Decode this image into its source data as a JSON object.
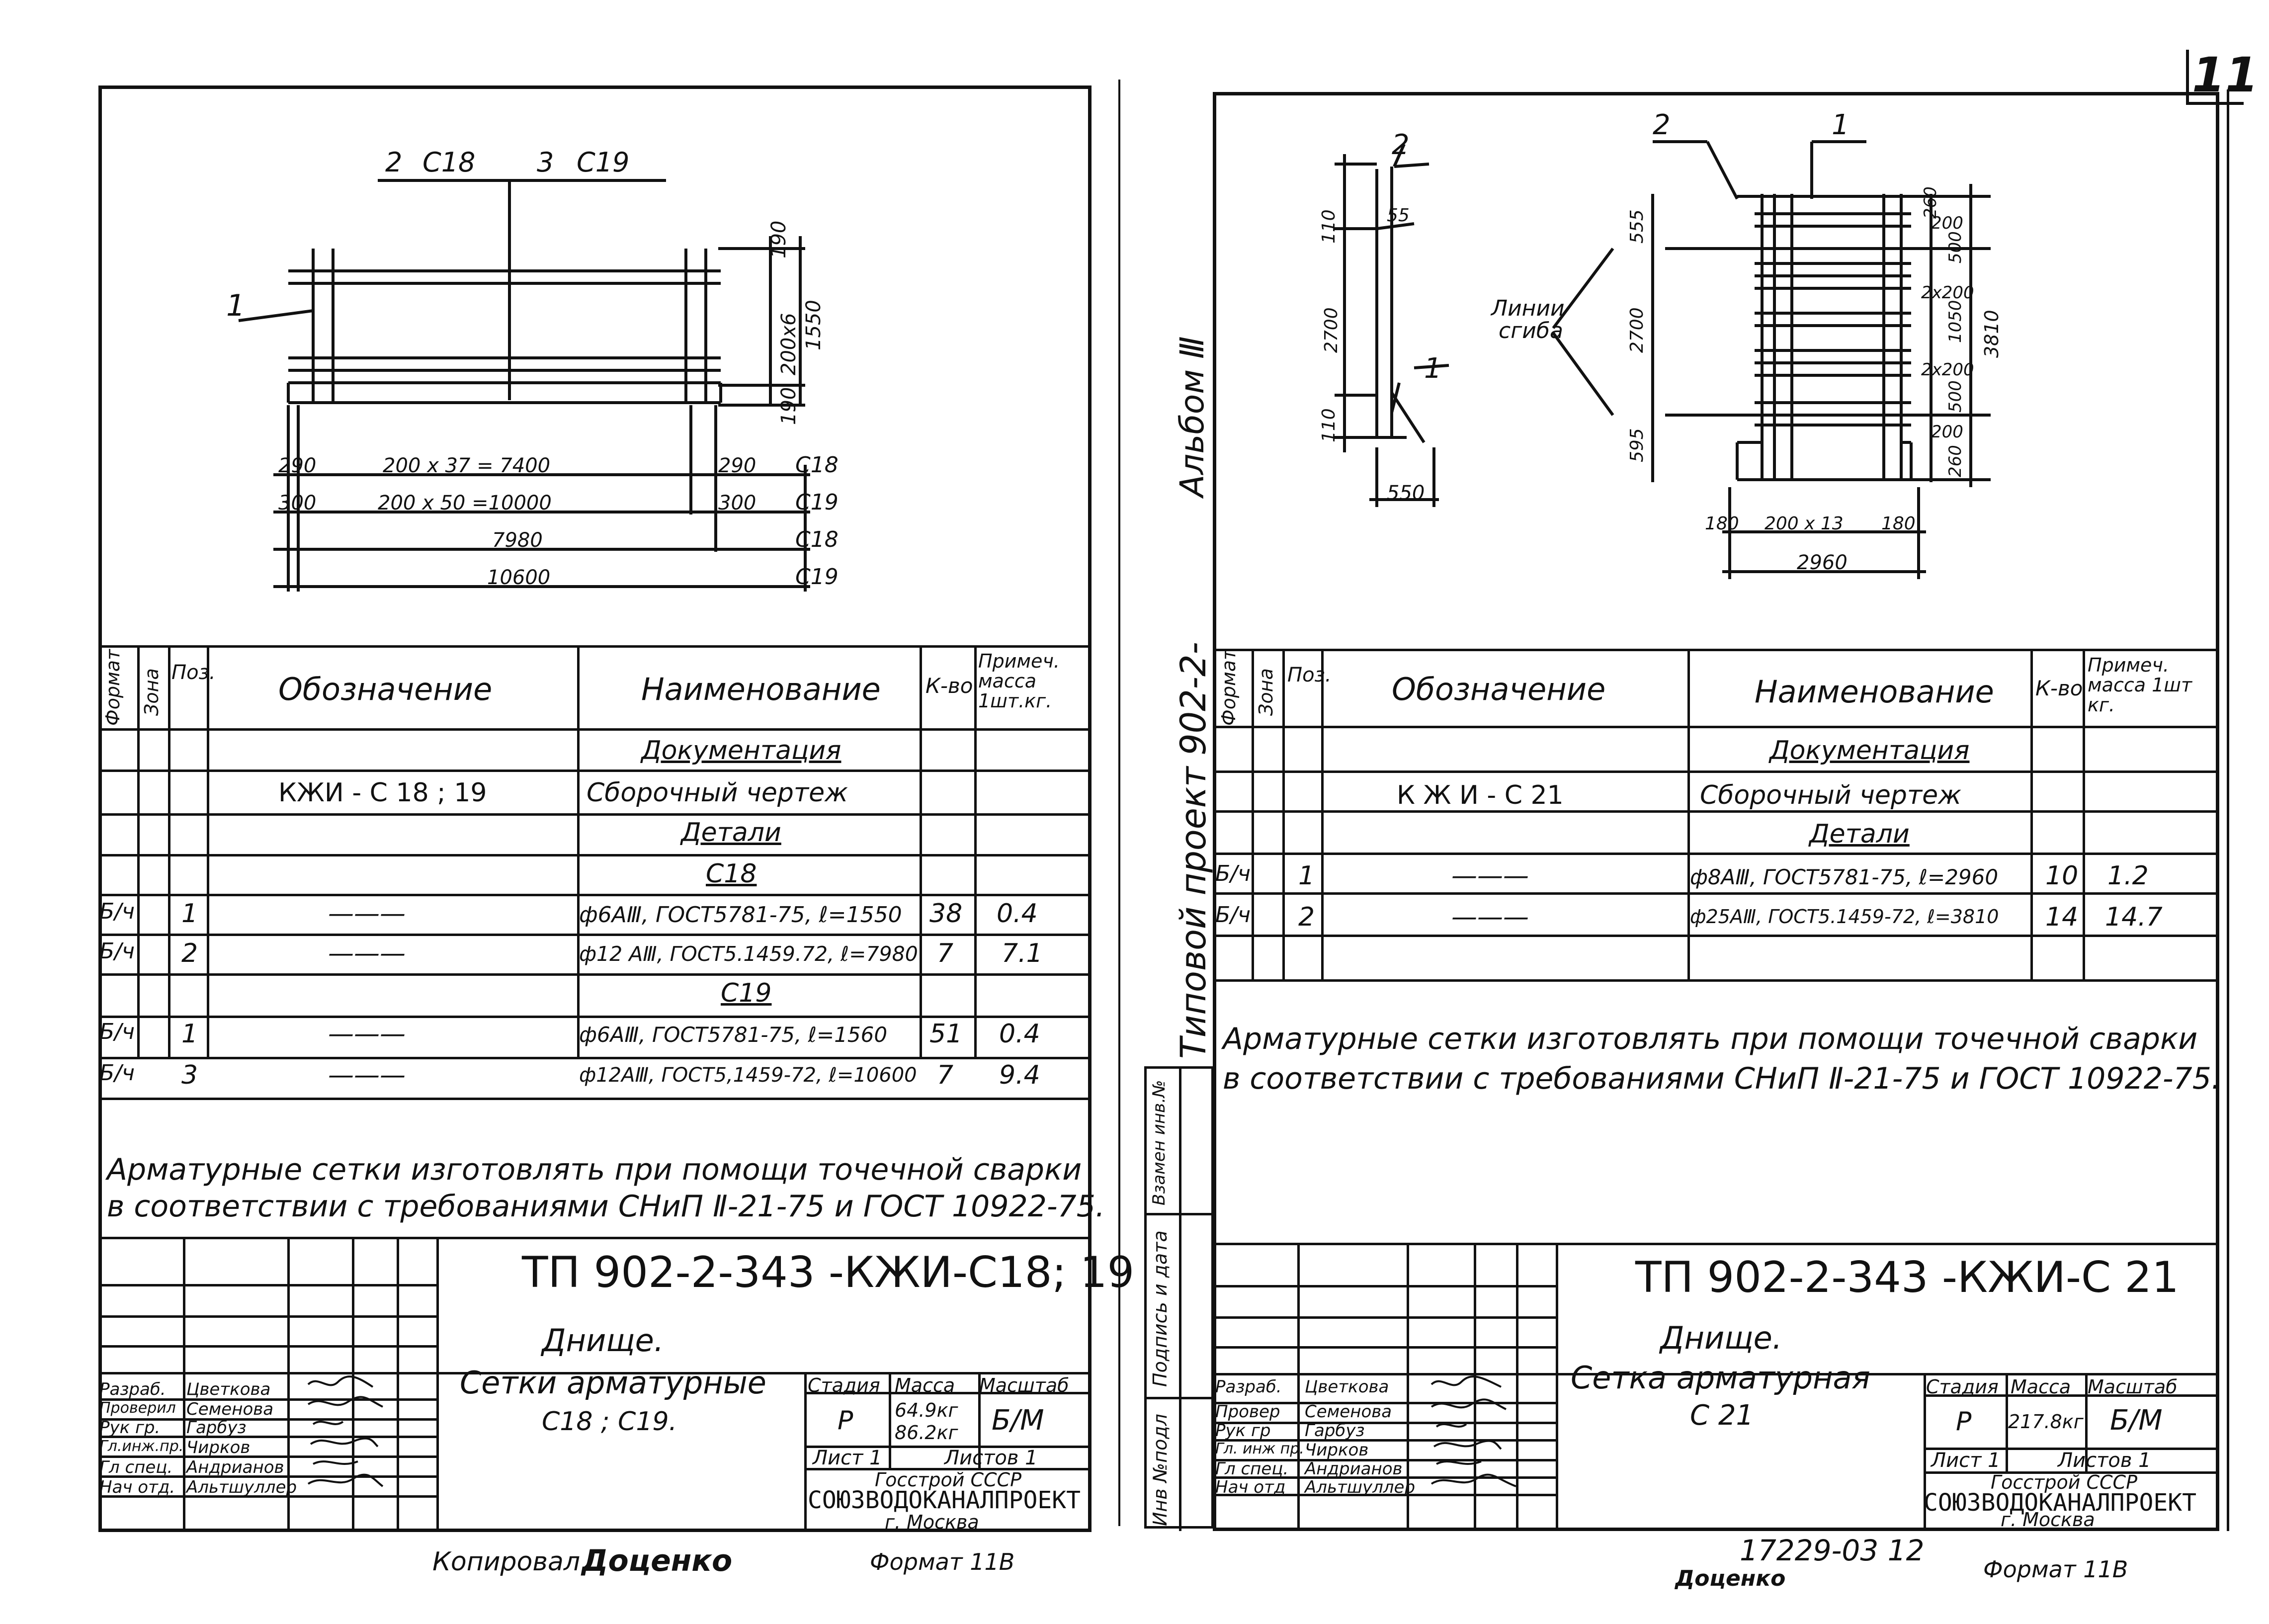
{
  "page_number": "11",
  "left": {
    "drawing": {
      "pos2": "2",
      "c18": "С18",
      "pos3": "3",
      "c19": "С19",
      "pos1": "1",
      "d_190a": "190",
      "d_200x6": "200х6",
      "d_1550": "1550",
      "d_190b": "190",
      "d_290a": "290",
      "d_200x37": "200 х 37 = 7400",
      "d_290b": "290",
      "lab_c18a": "С18",
      "d_300a": "300",
      "d_200x50": "200 х 50 =10000",
      "d_300b": "300",
      "lab_c19a": "С19",
      "d_7980": "7980",
      "lab_c18b": "С18",
      "d_10600": "10600",
      "lab_c19b": "С19"
    },
    "table": {
      "headers": {
        "format": "Формат",
        "zone": "Зона",
        "pos": "Поз.",
        "designation": "Обозначение",
        "name": "Наименование",
        "qty": "К-во",
        "note": "Примеч. масса 1шт.кг."
      },
      "rows": [
        {
          "pos": "",
          "designation": "",
          "name": "Документация",
          "qty": "",
          "note": ""
        },
        {
          "pos": "",
          "designation": "КЖИ - С 18 ; 19",
          "name": "Сборочный    чертеж",
          "qty": "",
          "note": ""
        },
        {
          "pos": "",
          "designation": "",
          "name": "Детали",
          "qty": "",
          "note": ""
        },
        {
          "pos": "",
          "designation": "",
          "name": "С18",
          "qty": "",
          "note": ""
        },
        {
          "fmt": "Б/ч",
          "pos": "1",
          "designation": "———",
          "name": "ф6АⅢ, ГОСТ5781-75, ℓ=1550",
          "qty": "38",
          "note": "0.4"
        },
        {
          "fmt": "Б/ч",
          "pos": "2",
          "designation": "———",
          "name": "ф12 АⅢ, ГОСТ5.1459.72, ℓ=7980",
          "qty": "7",
          "note": "7.1"
        },
        {
          "pos": "",
          "designation": "",
          "name": "С19",
          "qty": "",
          "note": ""
        },
        {
          "fmt": "Б/ч",
          "pos": "1",
          "designation": "———",
          "name": "ф6АⅢ, ГОСТ5781-75, ℓ=1560",
          "qty": "51",
          "note": "0.4"
        },
        {
          "fmt": "Б/ч",
          "pos": "3",
          "designation": "———",
          "name": "ф12АⅢ, ГОСТ5,1459-72, ℓ=10600",
          "qty": "7",
          "note": "9.4"
        }
      ]
    },
    "note_line1": "Арматурные сетки изготовлять при помощи точечной сварки",
    "note_line2": "в соответствии с требованиями СНиП Ⅱ-21-75 и ГОСТ 10922-75.",
    "title_block": {
      "code": "ТП 902-2-343 -КЖИ-С18; 19",
      "title1": "Днище.",
      "title2": "Сетки    арматурные",
      "title3": "С18 ; С19.",
      "stage_h": "Стадия",
      "mass_h": "Масса",
      "scale_h": "Масштаб",
      "stage": "Р",
      "mass1": "64.9кг",
      "mass2": "86.2кг",
      "scale": "Б/М",
      "sheet": "Лист 1",
      "sheets": "Листов 1",
      "org1": "Госстрой СССР",
      "org2": "СОЮЗВОДОКАНАЛПРОЕКТ",
      "org3": "г. Москва",
      "roles": [
        "Разраб.",
        "Проверил",
        "Рук гр.",
        "Гл.инж.пр.",
        "Гл спец.",
        "Нач отд."
      ],
      "names": [
        "Цветкова",
        "Семенова",
        "Гарбуз",
        "Чирков",
        "Андрианов",
        "Альтшуллер"
      ]
    },
    "copied": "Копировал",
    "copier": "Доценко",
    "format": "Формат 11В"
  },
  "side": {
    "album": "Альбом Ⅲ",
    "project": "Типовой  проект  902-2-",
    "stamp1": "Инв №подл",
    "stamp2": "Подпись и дата",
    "stamp3": "Взамен инв.№"
  },
  "right": {
    "drawing": {
      "p2a": "2",
      "p2b": "2",
      "p1a": "1",
      "p1b": "1",
      "d110a": "110",
      "d55": "55",
      "d2700a": "2700",
      "d110b": "110",
      "d550": "550",
      "lines_label1": "Линии",
      "lines_label2": "сгиба",
      "d555": "555",
      "d2700b": "2700",
      "d595": "595",
      "d260a": "260",
      "d200a": "200",
      "d500a": "500",
      "d2x200a": "2х200",
      "d1050": "1050",
      "d2x200b": "2х200",
      "d500b": "500",
      "d200b": "200",
      "d260b": "260",
      "d3810": "3810",
      "d180a": "180",
      "d200x13": "200 х 13",
      "d180b": "180",
      "d2960": "2960"
    },
    "table": {
      "headers": {
        "format": "Формат",
        "zone": "Зона",
        "pos": "Поз.",
        "designation": "Обозначение",
        "name": "Наименование",
        "qty": "К-во",
        "note": "Примеч. масса 1шт кг."
      },
      "rows": [
        {
          "pos": "",
          "designation": "",
          "name": "Документация",
          "qty": "",
          "note": ""
        },
        {
          "pos": "",
          "designation": "К Ж И - С 21",
          "name": "Сборочный    чертеж",
          "qty": "",
          "note": ""
        },
        {
          "pos": "",
          "designation": "",
          "name": "Детали",
          "qty": "",
          "note": ""
        },
        {
          "fmt": "Б/ч",
          "pos": "1",
          "designation": "———",
          "name": "ф8АⅢ, ГОСТ5781-75, ℓ=2960",
          "qty": "10",
          "note": "1.2"
        },
        {
          "fmt": "Б/ч",
          "pos": "2",
          "designation": "———",
          "name": "ф25АⅢ, ГОСТ5.1459-72, ℓ=3810",
          "qty": "14",
          "note": "14.7"
        },
        {
          "pos": "",
          "designation": "",
          "name": "",
          "qty": "",
          "note": ""
        }
      ]
    },
    "note_line1": "Арматурные  сетки  изготовлять  при  помощи  точечной  сварки",
    "note_line2": "в соответствии с требованиями  СНиП Ⅱ-21-75  и ГОСТ 10922-75.",
    "title_block": {
      "code": "ТП 902-2-343   -КЖИ-С 21",
      "title1": "Днище.",
      "title2": "Сетка   арматурная",
      "title3": "С 21",
      "stage_h": "Стадия",
      "mass_h": "Масса",
      "scale_h": "Масштаб",
      "stage": "Р",
      "mass1": "217.8кг",
      "scale": "Б/М",
      "sheet": "Лист 1",
      "sheets": "Листов 1",
      "org1": "Госстрой СССР",
      "org2": "СОЮЗВОДОКАНАЛПРОЕКТ",
      "org3": "г. Москва",
      "roles": [
        "Разраб.",
        "Провер",
        "Рук гр",
        "Гл. инж пр.",
        "Гл спец.",
        "Нач отд"
      ],
      "names": [
        "Цветкова",
        "Семенова",
        "Гарбуз",
        "Чирков",
        "Андрианов",
        "Альтшуллер"
      ]
    },
    "archive_no": "17229-03 12",
    "copier": "Доценко",
    "format": "Формат 11В"
  }
}
